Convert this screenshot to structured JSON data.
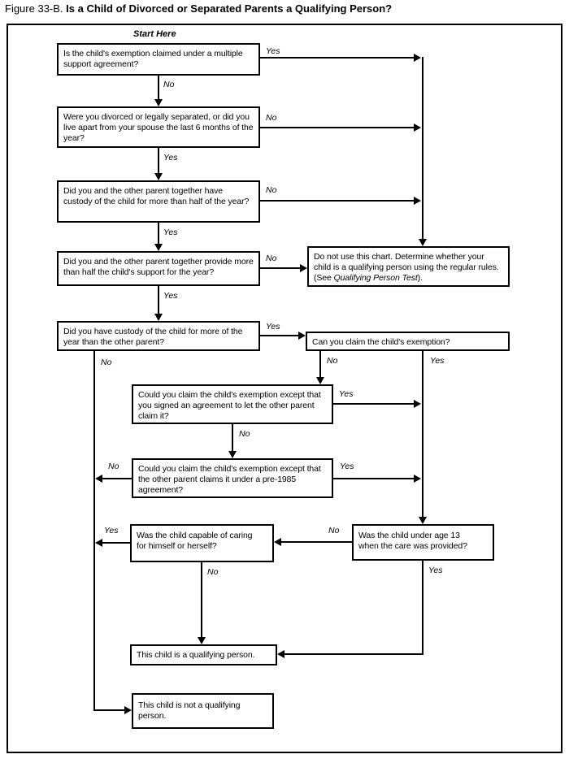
{
  "figure": {
    "label": "Figure 33-B.",
    "title": "Is a Child of Divorced or Separated Parents a Qualifying Person?"
  },
  "start_here": "Start Here",
  "labels": {
    "yes": "Yes",
    "no": "No"
  },
  "nodes": {
    "multiple_support": "Is the child's exemption claimed under a multiple support agreement?",
    "divorced_separated": "Were you divorced or legally separated, or did you live apart from your spouse the last 6 months of the year?",
    "custody_together": "Did you and the other parent together have custody of the child for more than half of the year?",
    "support_together": "Did you and the other parent together provide more than half the child's support for the year?",
    "do_not_use_before": "Do not use this chart. Determine whether your child is a qualifying person using the regular rules. (See ",
    "do_not_use_italic": "Qualifying Person Test",
    "do_not_use_after": ").",
    "custody_more": "Did you have custody of the child for more of the year than the other parent?",
    "claim_exemption": "Can you claim the child's exemption?",
    "signed_agreement": "Could you claim the child's exemption except that you signed an agreement to let the other parent claim it?",
    "pre_1985": "Could you claim the child's exemption except that the other parent claims it under a pre-1985 agreement?",
    "capable_caring": "Was the child capable of caring for himself or herself?",
    "under_age_13": "Was the child under age 13 when the care was provided?",
    "qualifying": "This child is a qualifying person.",
    "not_qualifying": "This child is not a qualifying person."
  }
}
